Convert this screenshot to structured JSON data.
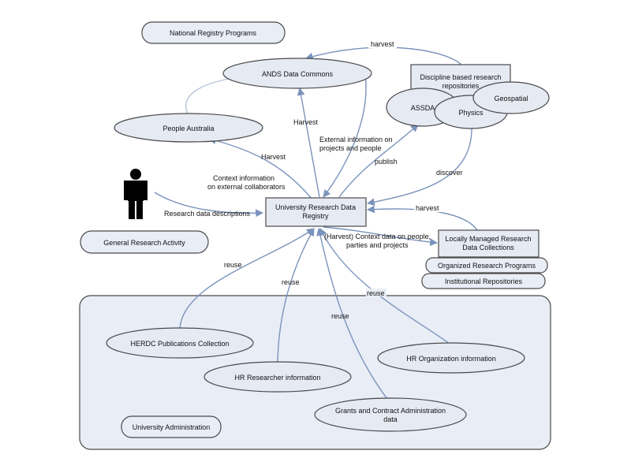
{
  "colors": {
    "node_fill": "#e6eaf3",
    "node_stroke": "#4a4a4a",
    "connector": "#7b93bd",
    "admin_region_fill": "#e9eef6",
    "person_icon": "#000000"
  },
  "nodes": {
    "national_registry": "National Registry Programs",
    "ands_commons": "ANDS Data Commons",
    "people_australia": "People Australia",
    "discipline_line1": "Discipline based research",
    "discipline_line2": "repositories",
    "assda": "ASSDA",
    "physics": "Physics",
    "geospatial": "Geospatial",
    "registry_line1": "University Research Data",
    "registry_line2": "Registry",
    "general_activity": "General Research Activity",
    "local_collections_line1": "Locally Managed Research",
    "local_collections_line2": "Data Collections",
    "organized_programs": "Organized Research Programs",
    "institutional_repos": "Institutional Repositories",
    "herdc": "HERDC Publications Collection",
    "hr_researcher": "HR Researcher information",
    "hr_organization": "HR Organization information",
    "grants_line1": "Grants and Contract Administration",
    "grants_line2": "data",
    "university_admin": "University Administration"
  },
  "edge_labels": {
    "harvest_top": "harvest",
    "harvest_registry_ands": "Harvest",
    "harvest_people": "Harvest",
    "external_info_line1": "External information on",
    "external_info_line2": "projects and people",
    "publish": "publish",
    "discover": "discover",
    "context_collab_line1": "Context information",
    "context_collab_line2": "on external collaborators",
    "research_descriptions": "Research data descriptions",
    "harvest_local": "harvest",
    "context_people_line1": "(Harvest) Context data on people,",
    "context_people_line2": "parties and projects",
    "reuse_herdc": "reuse",
    "reuse_hr_researcher": "reuse",
    "reuse_grants": "reuse",
    "reuse_hr_org": "reuse"
  },
  "icons": {
    "person": "person-icon"
  }
}
